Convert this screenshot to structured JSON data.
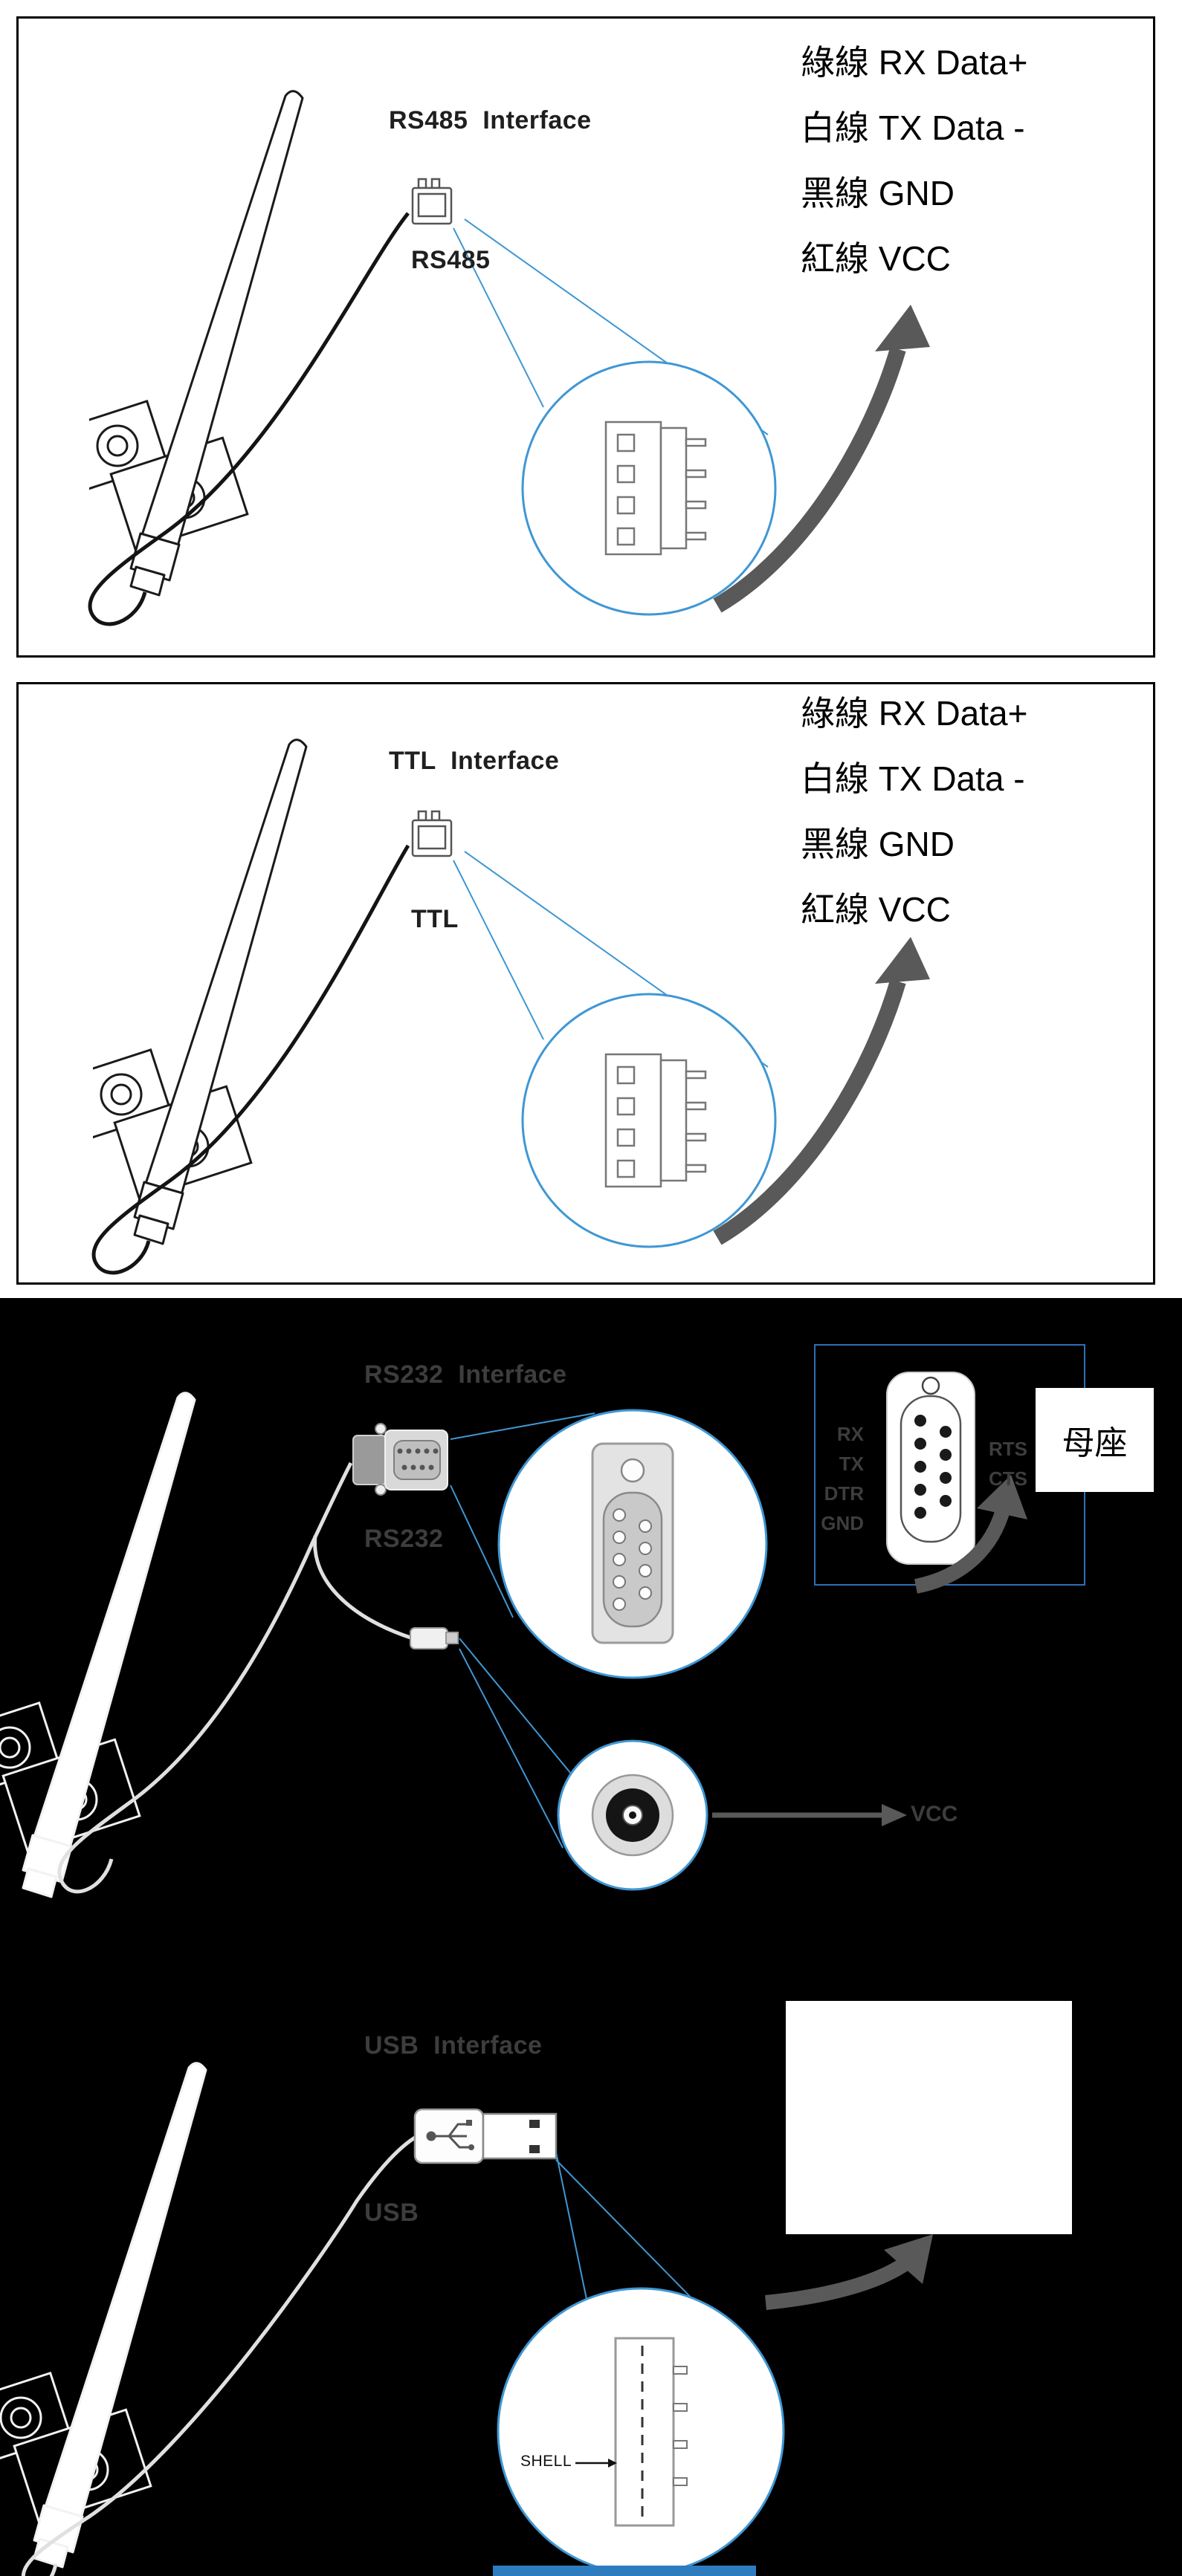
{
  "colors": {
    "magnifier_blue": "#3f97d4",
    "box_border_blue": "#2d6fb7",
    "arrow_gray": "#595959",
    "dim_text_gray": "#3d3d3d",
    "bottom_strip_blue": "#2e7cc0"
  },
  "rs485": {
    "title": "RS485  Interface",
    "port": "RS485",
    "wires": [
      "綠線 RX Data+",
      "白線 TX Data -",
      "黑線 GND",
      "紅線 VCC"
    ]
  },
  "ttl": {
    "title": "TTL  Interface",
    "port": "TTL",
    "wires": [
      "綠線 RX Data+",
      "白線 TX Data -",
      "黑線 GND",
      "紅線 VCC"
    ]
  },
  "rs232": {
    "title": "RS232  Interface",
    "port": "RS232",
    "pins_left": [
      "RX",
      "TX",
      "DTR",
      "GND"
    ],
    "pins_right": [
      "RTS",
      "CTS"
    ],
    "socket": "母座",
    "vcc": "VCC"
  },
  "usb": {
    "title": "USB  Interface",
    "port": "USB",
    "shell": "SHELL"
  }
}
